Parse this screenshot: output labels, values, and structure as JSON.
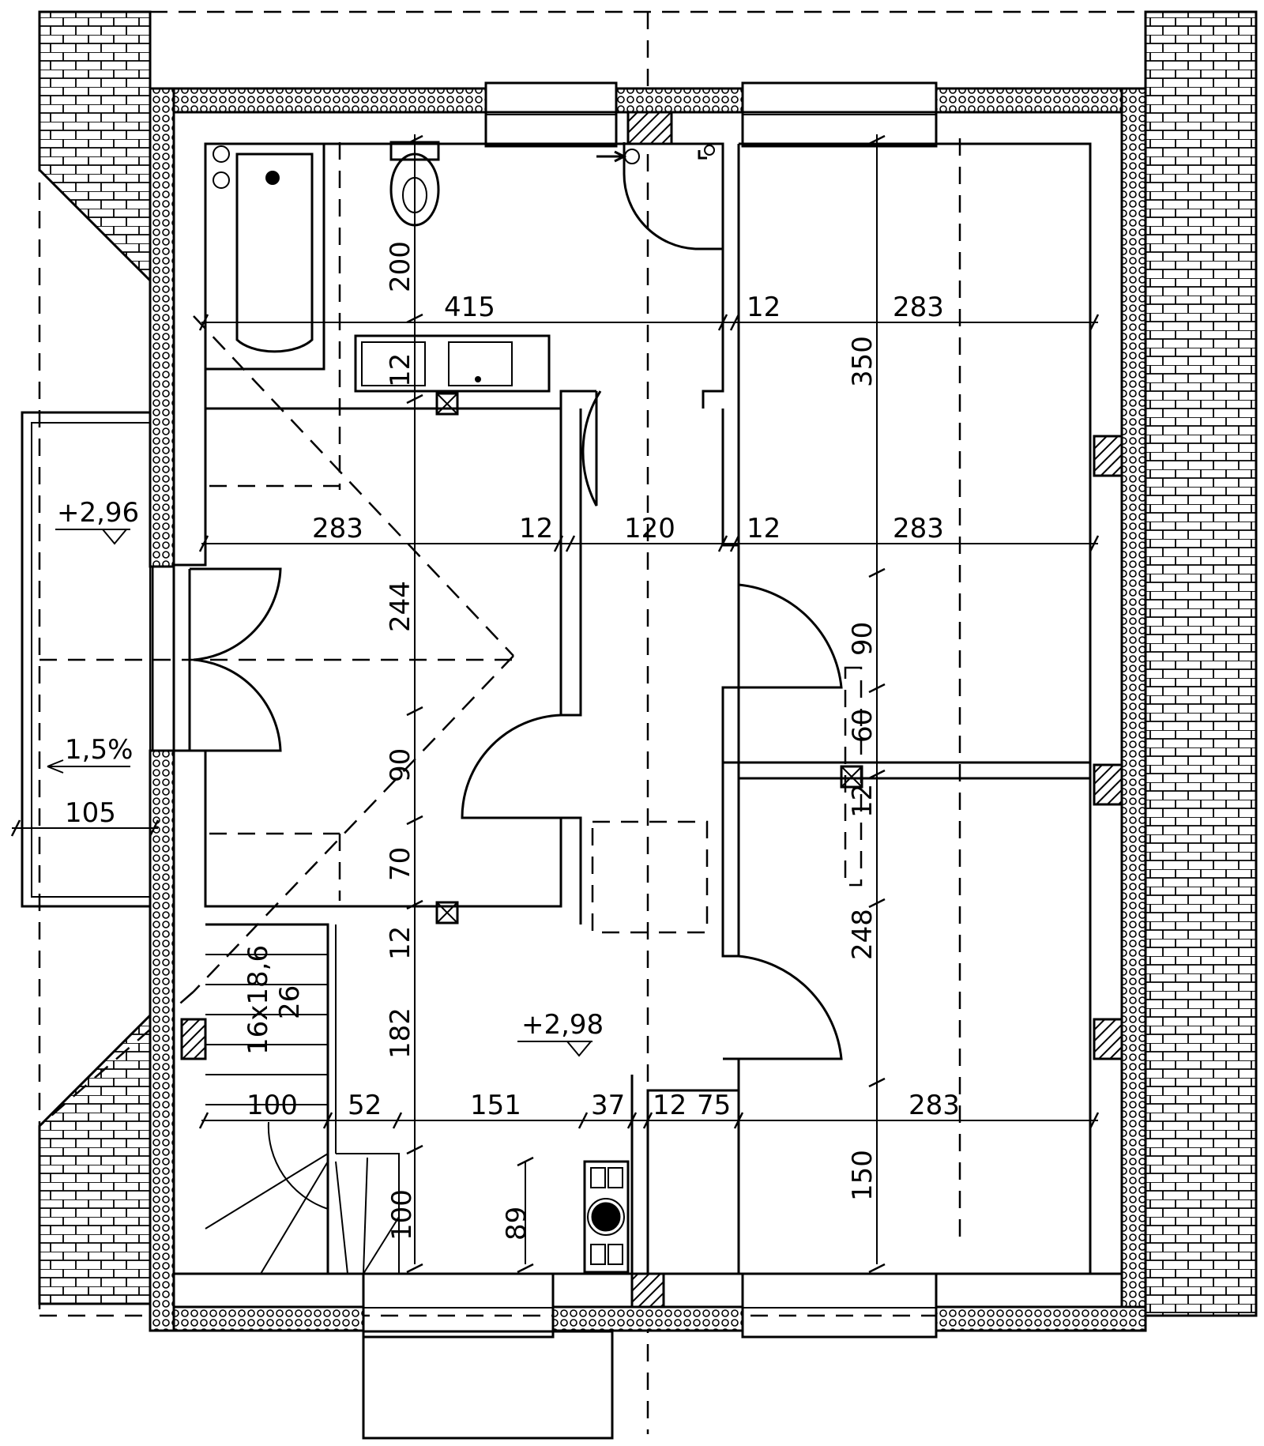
{
  "dimensions": {
    "d415": "415",
    "d12_top_mid": "12",
    "d283_top_right": "283",
    "d200": "200",
    "d350": "350",
    "d12_bath": "12",
    "d283_mid_left": "283",
    "d12_mid_a": "12",
    "d120": "120",
    "d12_mid_b": "12",
    "d283_mid_right": "283",
    "d244": "244",
    "d90_left": "90",
    "d70": "70",
    "d12_left_low": "12",
    "d182": "182",
    "d90_right": "90",
    "d60": "60",
    "d12_right": "12",
    "d248": "248",
    "d150": "150",
    "d100_bottom": "100",
    "d52": "52",
    "d151": "151",
    "d37": "37",
    "d12_bottom": "12",
    "d75": "75",
    "d283_bottom": "283",
    "d100_stair": "100",
    "d89": "89",
    "d105": "105"
  },
  "levels": {
    "balcony": "+2,96",
    "floor": "+2,98",
    "slope": "1,5%"
  },
  "stairs": {
    "spec": "16x18,6",
    "tread": "26"
  }
}
